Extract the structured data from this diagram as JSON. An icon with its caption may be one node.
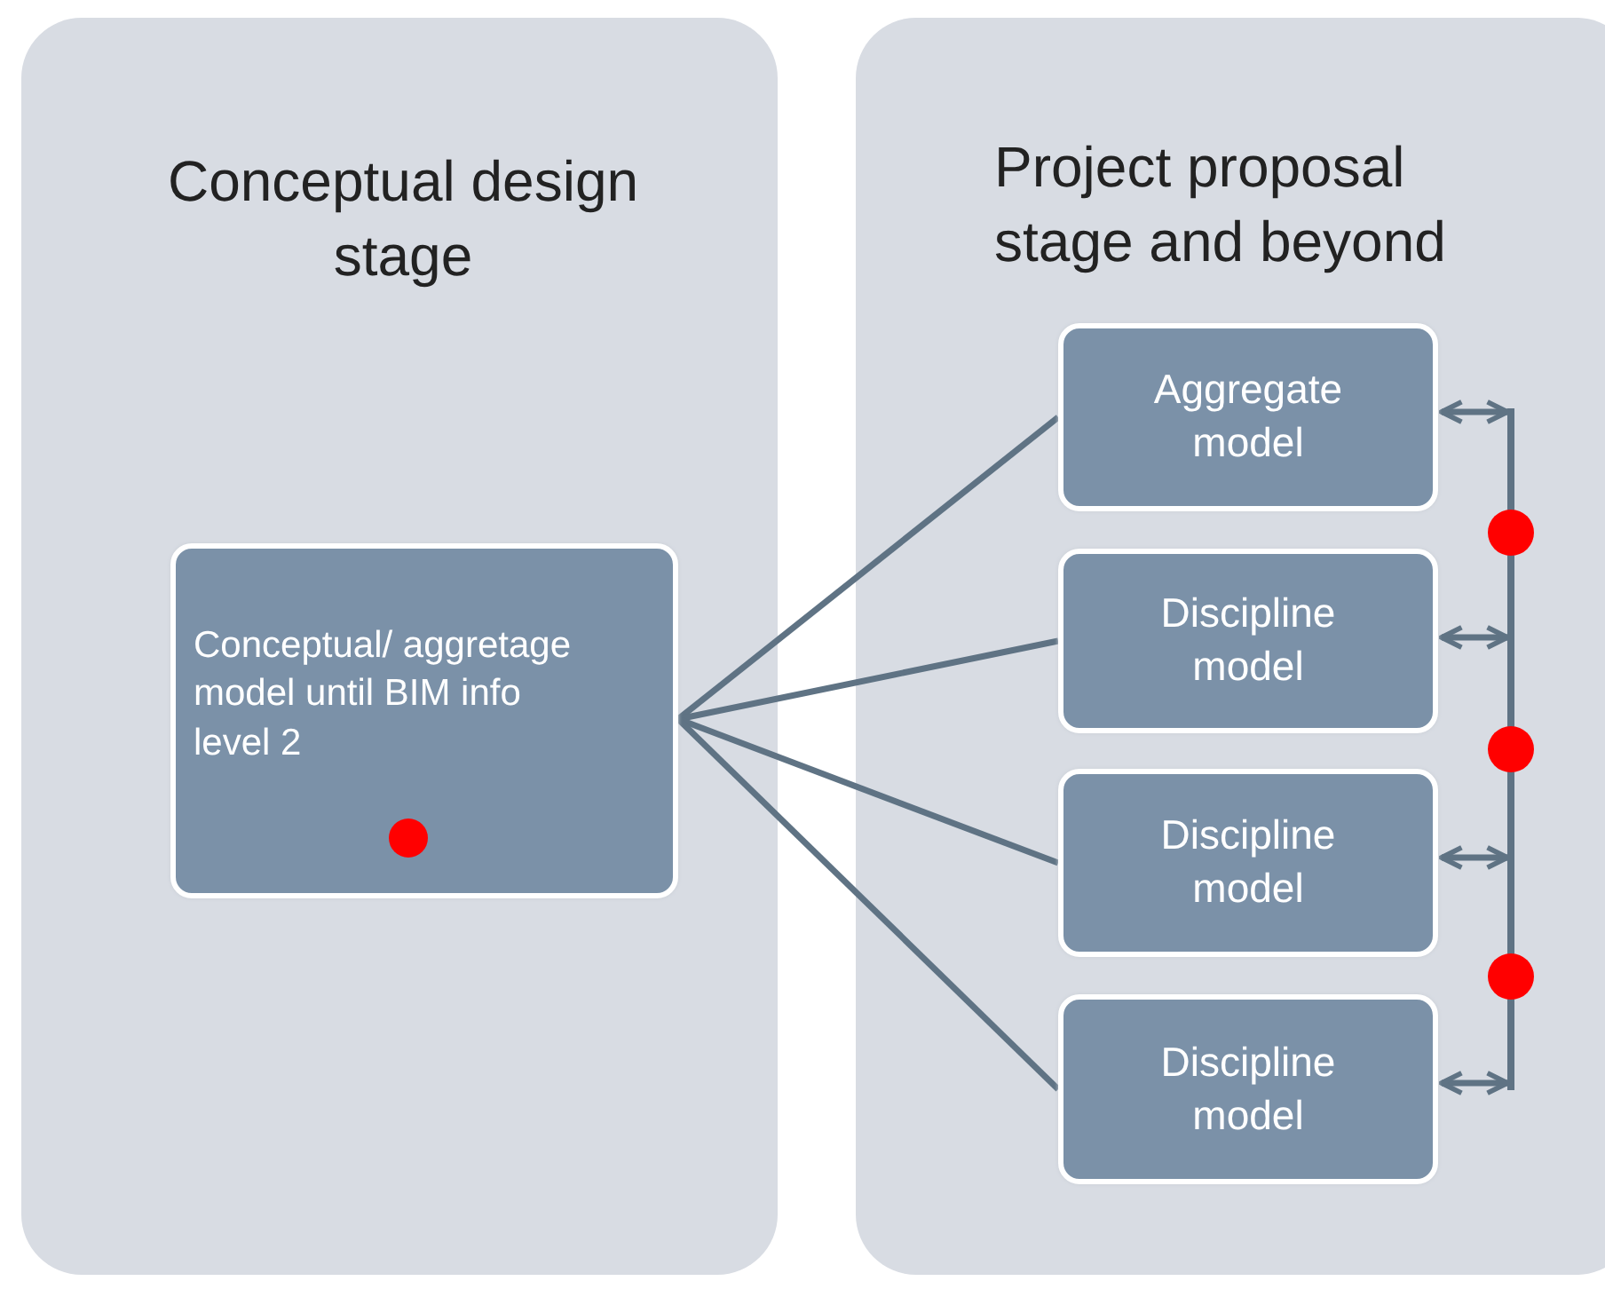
{
  "diagram": {
    "nodes": [
      {
        "text": [
          "Conceptual design stage"
        ]
      },
      {
        "text": [
          "Project proposal stage and beyond"
        ]
      },
      {
        "text": [
          "Conceptual/ aggretage model until BIM info level 2"
        ],
        "in": 0
      },
      {
        "text": [
          "Aggregate model"
        ],
        "in": 1
      },
      {
        "text": [
          "Discipline model"
        ],
        "in": 1
      },
      {
        "text": [
          "Discipline model"
        ],
        "in": 1
      },
      {
        "text": [
          "Discipline model"
        ],
        "in": 1
      },
      {
        "text": [],
        "shape": "bar",
        "in": 1
      }
    ],
    "edges": [
      {
        "from": 2,
        "to": 3,
        "arrow": "none"
      },
      {
        "from": 2,
        "to": 4,
        "arrow": "none"
      },
      {
        "from": 2,
        "to": 5,
        "arrow": "none"
      },
      {
        "from": 2,
        "to": 6,
        "arrow": "none"
      },
      {
        "from": 3,
        "to": 7,
        "arrow": "both"
      },
      {
        "from": 4,
        "to": 7,
        "arrow": "both"
      },
      {
        "from": 5,
        "to": 7,
        "arrow": "both"
      },
      {
        "from": 6,
        "to": 7,
        "arrow": "both"
      }
    ]
  }
}
